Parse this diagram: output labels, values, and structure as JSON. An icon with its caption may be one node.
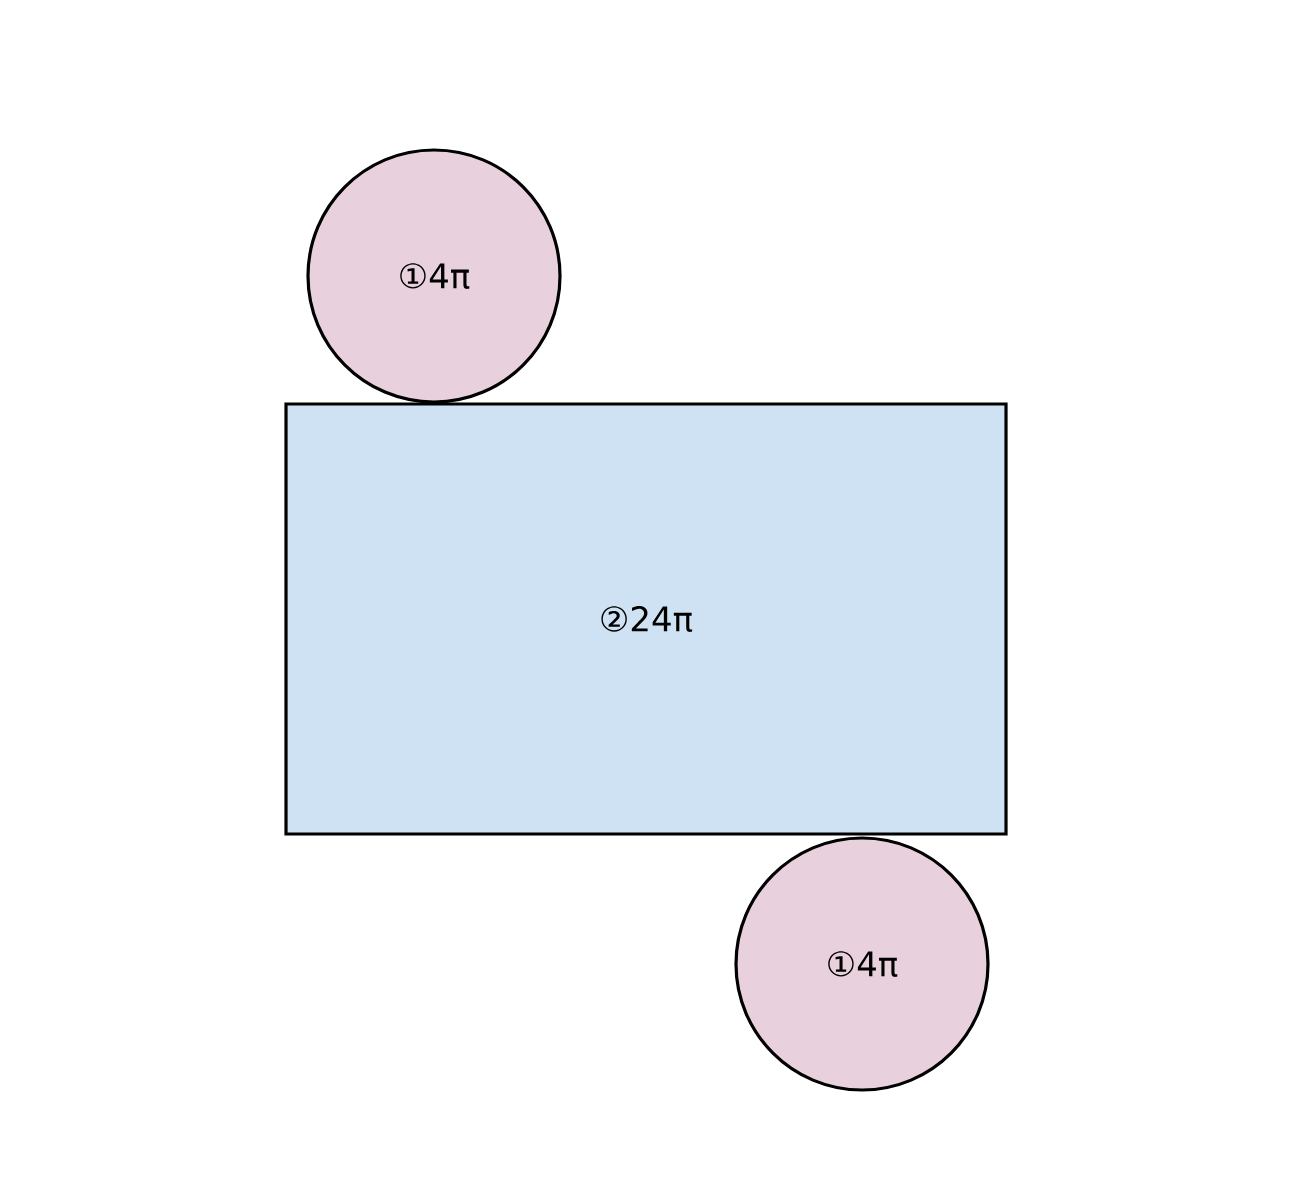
{
  "diagram": {
    "nodes": [
      {
        "text": [
          "①4π"
        ]
      },
      {
        "text": [
          "②24π"
        ]
      },
      {
        "text": [
          "①4π"
        ]
      }
    ]
  }
}
